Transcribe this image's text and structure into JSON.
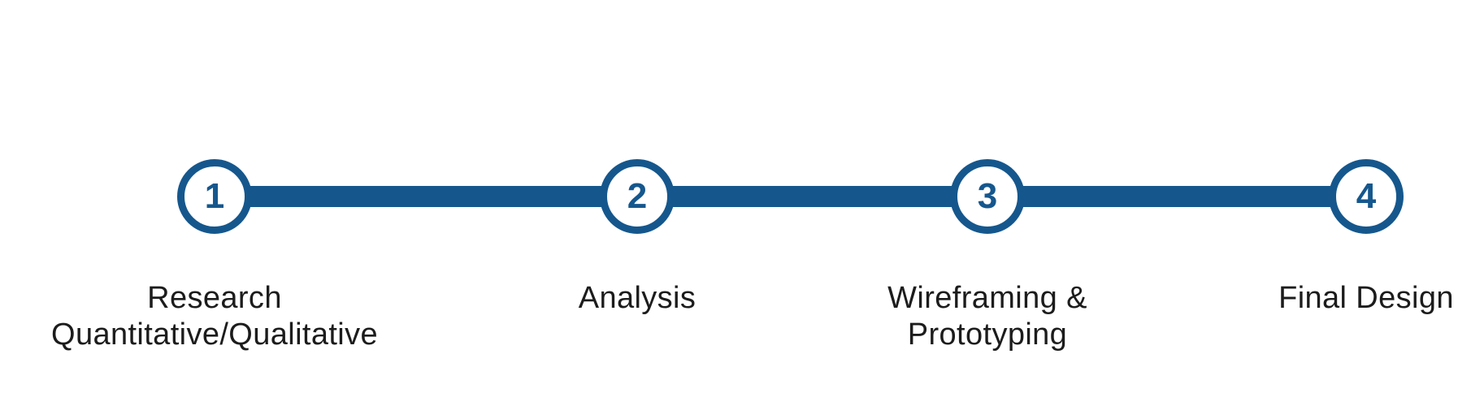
{
  "colors": {
    "accent": "#15578D",
    "label_text": "#1C1C1C",
    "background": "#FFFFFF"
  },
  "timeline": {
    "type": "process-timeline",
    "step_count": 4,
    "steps": [
      {
        "number": "1",
        "label_lines": [
          "Research",
          "Quantitative/Qualitative"
        ]
      },
      {
        "number": "2",
        "label_lines": [
          "Analysis",
          ""
        ]
      },
      {
        "number": "3",
        "label_lines": [
          "Wireframing &",
          "Prototyping"
        ]
      },
      {
        "number": "4",
        "label_lines": [
          "Final Design",
          ""
        ]
      }
    ]
  }
}
